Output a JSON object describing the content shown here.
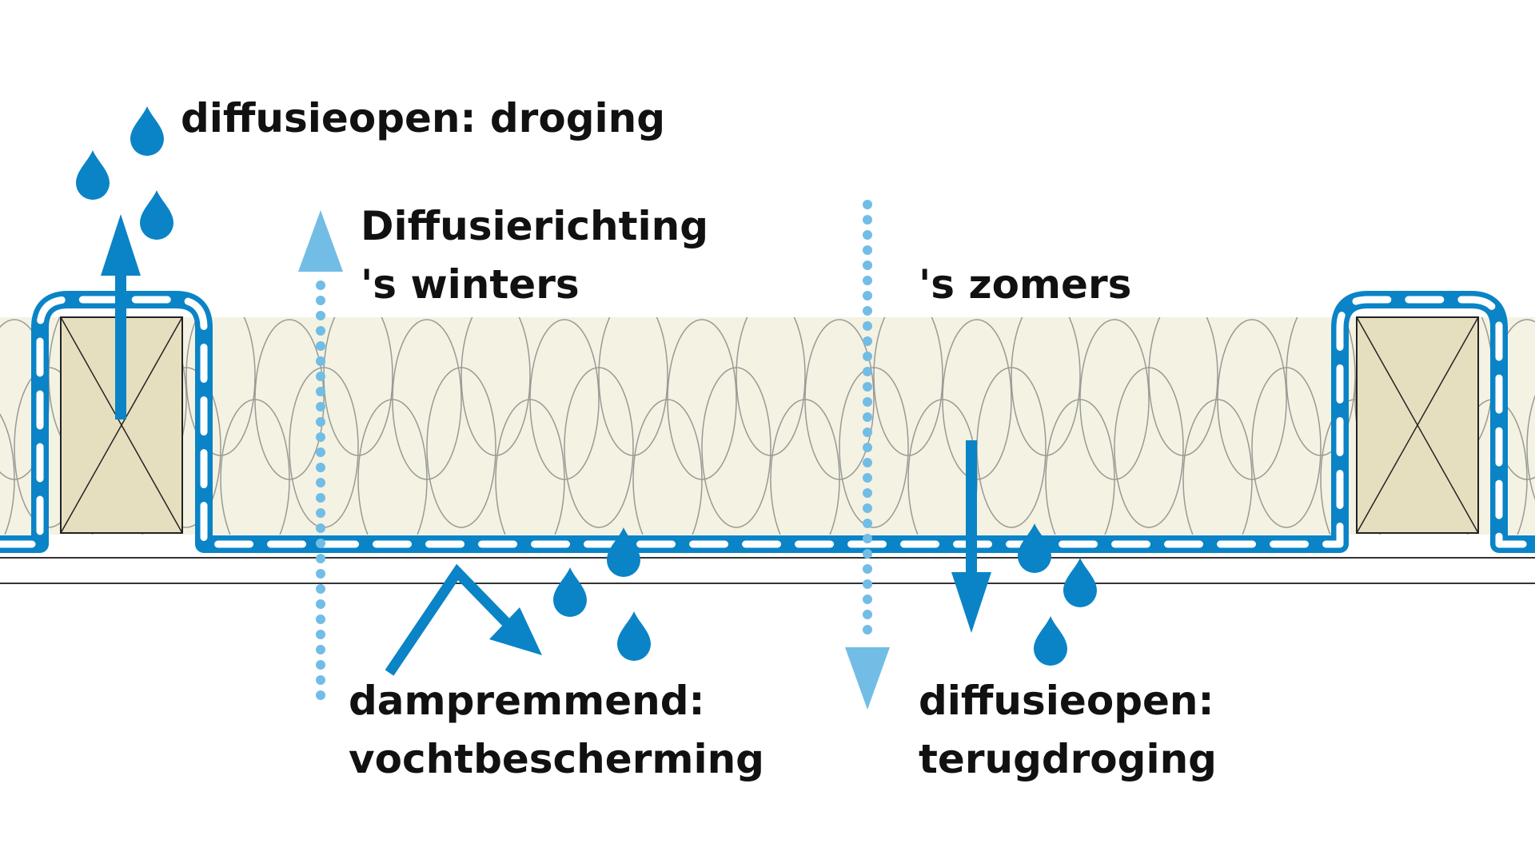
{
  "labels": {
    "top_left": "diffusieopen: droging",
    "direction_line1": "Diffusierichting",
    "direction_winter": "'s winters",
    "direction_summer": "'s zomers",
    "bottom_left_line1": "dampremmend:",
    "bottom_left_line2": "vochtbescherming",
    "bottom_right_line1": "diffusieopen:",
    "bottom_right_line2": "terugdroging"
  },
  "colors": {
    "membrane": "#0a84c6",
    "diffusion_arrow": "#72bde5",
    "insulation": "#f4f2e3",
    "beam": "#e6dfbf"
  }
}
